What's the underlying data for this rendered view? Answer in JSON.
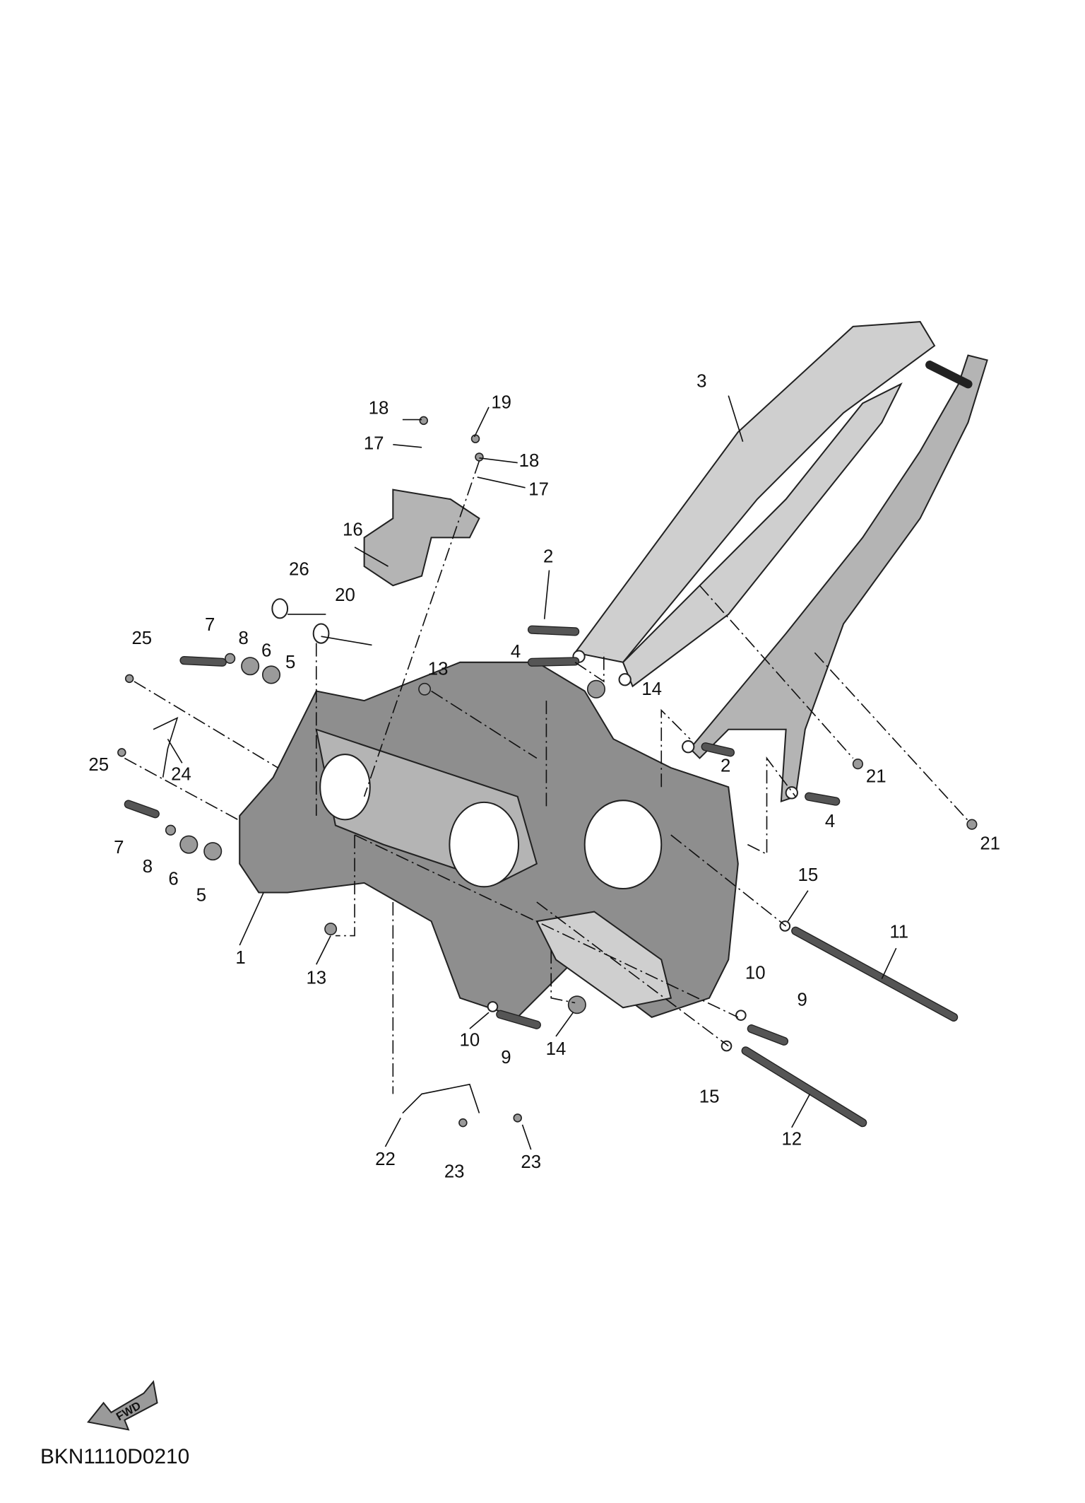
{
  "diagram": {
    "code": "BKN1110D0210",
    "fwd_label": "FWD",
    "callouts": [
      "18",
      "19",
      "17",
      "18",
      "17",
      "16",
      "26",
      "20",
      "2",
      "3",
      "7",
      "8",
      "6",
      "5",
      "25",
      "13",
      "14",
      "4",
      "2",
      "21",
      "4",
      "21",
      "25",
      "24",
      "7",
      "8",
      "6",
      "5",
      "1",
      "13",
      "15",
      "11",
      "10",
      "9",
      "10",
      "9",
      "14",
      "15",
      "12",
      "22",
      "23",
      "23"
    ]
  },
  "colors": {
    "frame": "#8e8e8e",
    "subframe": "#cfcfcf",
    "ink": "#111111"
  }
}
